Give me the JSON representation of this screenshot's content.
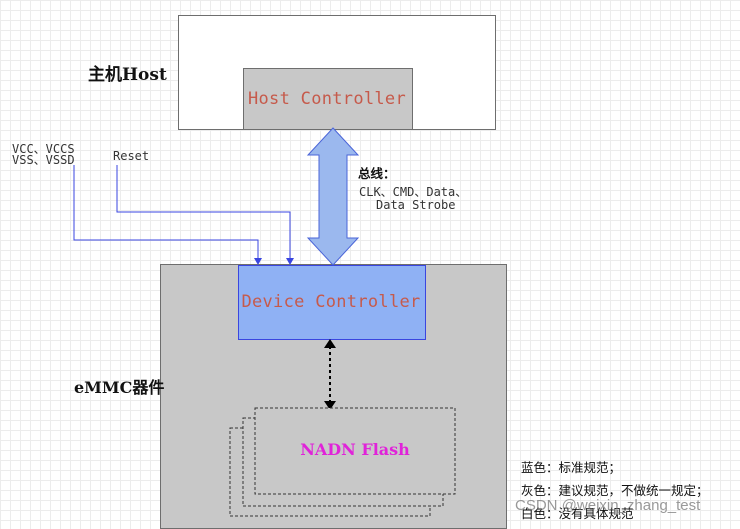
{
  "host": {
    "label": "主机Host",
    "controller": "Host Controller"
  },
  "device": {
    "label": "eMMC器件",
    "controller": "Device Controller",
    "flash": "NADN Flash"
  },
  "power": {
    "line1": "VCC、VCCS",
    "line2": "VSS、VSSD"
  },
  "reset": "Reset",
  "bus": {
    "title": "总线：",
    "line1": "CLK、CMD、Data、",
    "line2": "Data Strobe"
  },
  "legend": {
    "blue": "蓝色：标准规范；",
    "gray": "灰色：建议规范，不做统一规定；",
    "white": "白色：没有具体规范"
  },
  "watermark": "CSDN @weixin_zhang_test",
  "colors": {
    "blue_fill": "#8fb1f4",
    "blue_line": "#3a46e0",
    "gray_fill": "#c8c8c8",
    "label_red": "#c65a4b",
    "flash_magenta": "#e023d9"
  }
}
